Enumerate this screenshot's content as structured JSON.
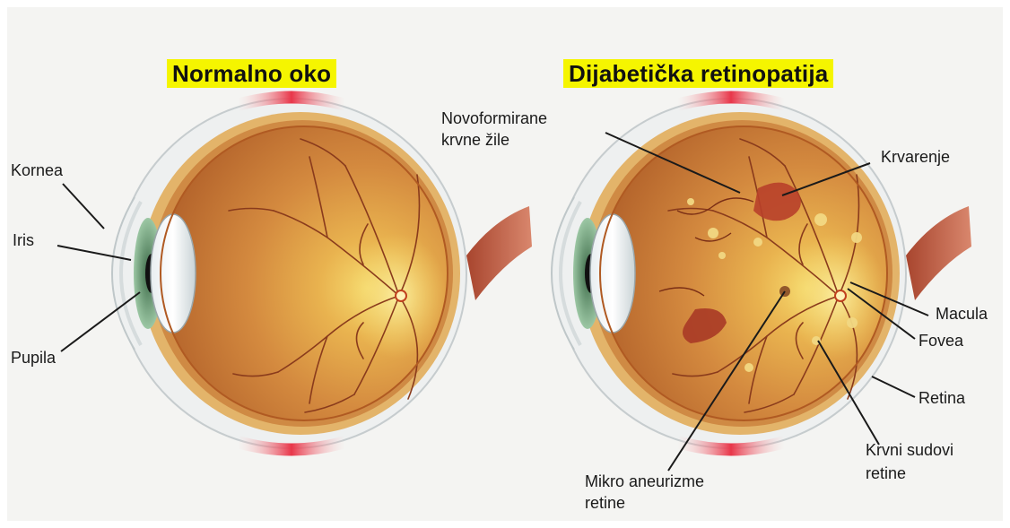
{
  "titles": {
    "normal": "Normalno oko",
    "diabetic": "Dijabetička retinopatija"
  },
  "labels": {
    "kornea": "Kornea",
    "iris": "Iris",
    "pupila": "Pupila",
    "novoformirane_1": "Novoformirane",
    "novoformirane_2": "krvne žile",
    "krvarenje": "Krvarenje",
    "macula": "Macula",
    "fovea": "Fovea",
    "retina": "Retina",
    "krvni_sudovi_1": "Krvni sudovi",
    "krvni_sudovi_2": "retine",
    "mikro_1": "Mikro aneurizme",
    "mikro_2": "retine"
  },
  "colors": {
    "title_highlight": "#f5f500",
    "eye_inner": "#c8783a",
    "eye_macula": "#f3d66a",
    "hemorrhage": "#b8402a",
    "sclera_band": "#e23a4a"
  }
}
